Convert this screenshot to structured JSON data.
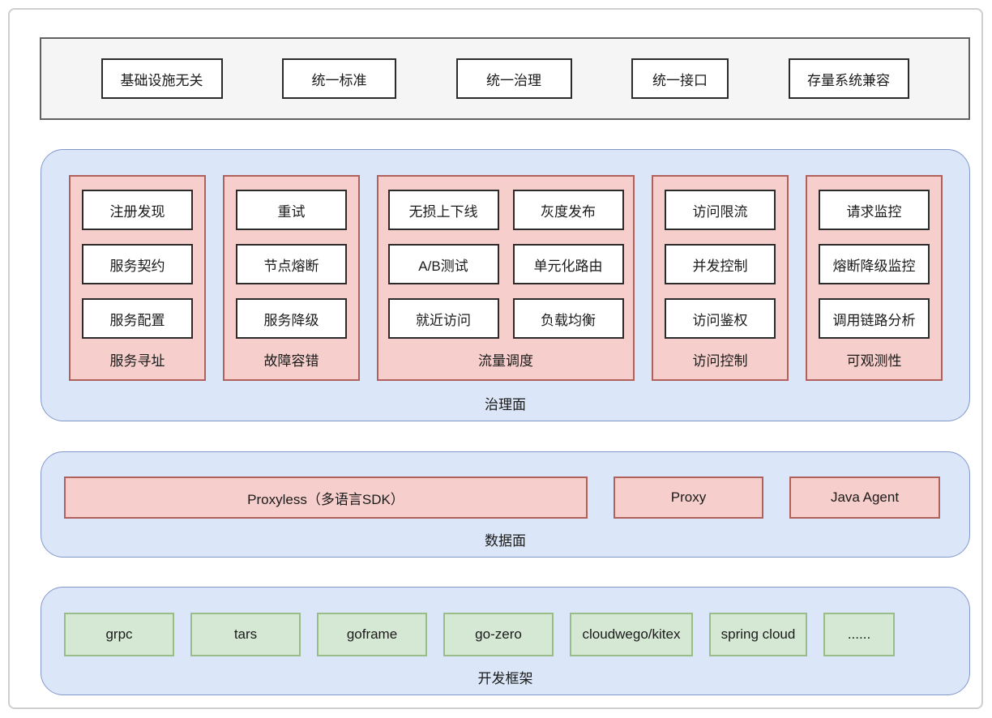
{
  "principles": {
    "items": [
      "基础设施无关",
      "统一标准",
      "统一治理",
      "统一接口",
      "存量系统兼容"
    ]
  },
  "governance": {
    "label": "治理面",
    "columns": [
      {
        "label": "服务寻址",
        "items": [
          "注册发现",
          "服务契约",
          "服务配置"
        ]
      },
      {
        "label": "故障容错",
        "items": [
          "重试",
          "节点熔断",
          "服务降级"
        ]
      },
      {
        "label": "流量调度",
        "items": [
          "无损上下线",
          "灰度发布",
          "A/B测试",
          "单元化路由",
          "就近访问",
          "负载均衡"
        ]
      },
      {
        "label": "访问控制",
        "items": [
          "访问限流",
          "并发控制",
          "访问鉴权"
        ]
      },
      {
        "label": "可观测性",
        "items": [
          "请求监控",
          "熔断降级监控",
          "调用链路分析"
        ]
      }
    ]
  },
  "dataplane": {
    "label": "数据面",
    "items": [
      "Proxyless（多语言SDK）",
      "Proxy",
      "Java Agent"
    ]
  },
  "devframeworks": {
    "label": "开发框架",
    "items": [
      "grpc",
      "tars",
      "goframe",
      "go-zero",
      "cloudwego/kitex",
      "spring cloud",
      "......"
    ]
  },
  "colors": {
    "plane_fill": "#dbe6f9",
    "plane_border": "#8098cb",
    "pink_fill": "#f6cecb",
    "pink_border": "#b0615c",
    "green_fill": "#d5e8d4",
    "green_border": "#9abc88",
    "gray_fill": "#f5f5f5",
    "gray_border": "#616161",
    "box_fill": "#ffffff",
    "box_border": "#2b2b2b"
  }
}
